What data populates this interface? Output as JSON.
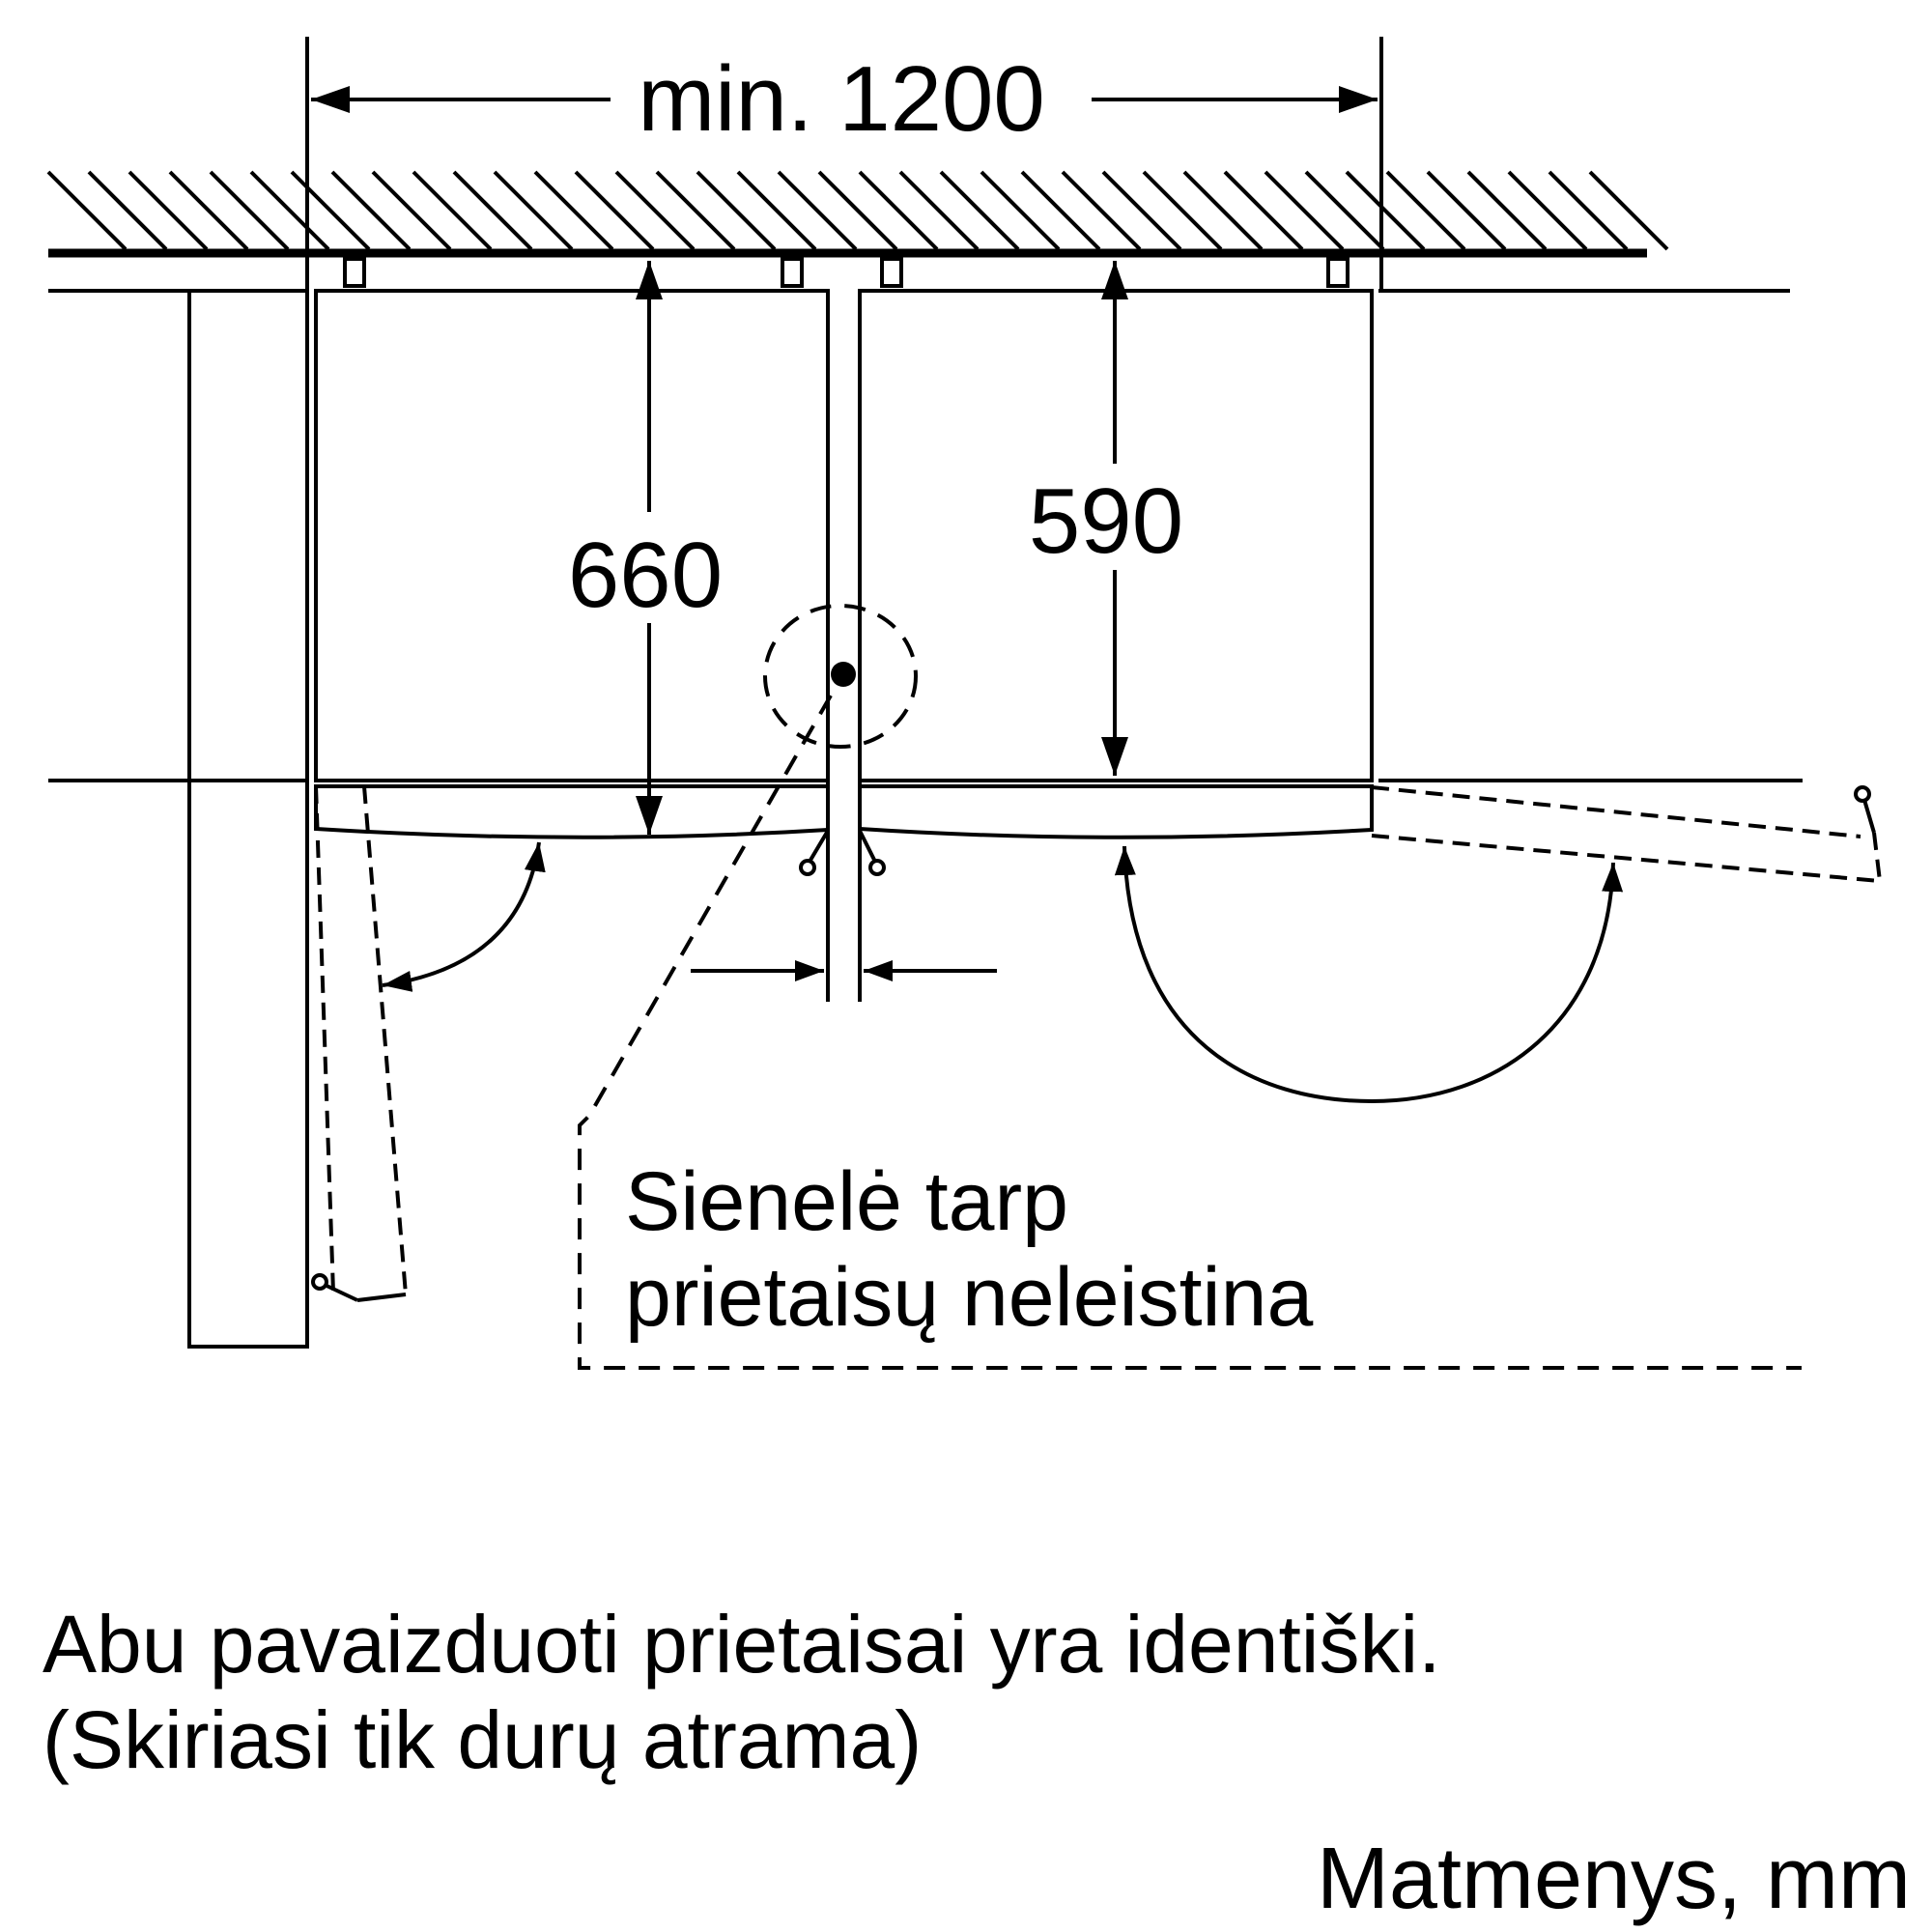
{
  "dimensions": {
    "total_width": "min. 1200",
    "left_depth": "660",
    "right_depth": "590"
  },
  "note": {
    "line1": "Sienelė tarp",
    "line2": "prietaisų neleistina"
  },
  "caption": {
    "line1": "Abu pavaizduoti prietaisai yra identiški.",
    "line2": "(Skiriasi tik durų atrama)"
  },
  "units_label": "Matmenys, mm"
}
